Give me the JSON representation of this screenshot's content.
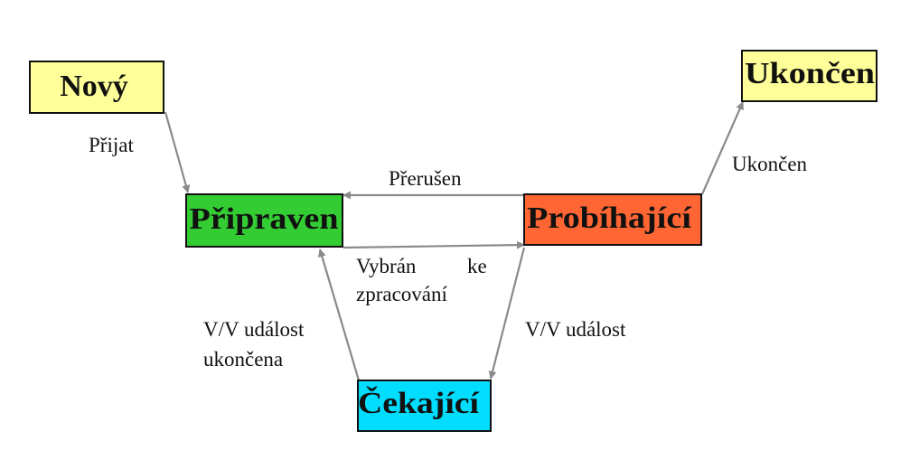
{
  "colors": {
    "new_fill": "#ffff99",
    "ready_fill": "#33cc33",
    "running_fill": "#ff6633",
    "waiting_fill": "#00ddff",
    "done_fill": "#ffff99",
    "arrow": "#8a8a8a"
  },
  "states": {
    "new": "Nový",
    "ready": "Připraven",
    "running": "Probíhající",
    "waiting": "Čekající",
    "done": "Ukončen"
  },
  "transitions": {
    "admitted": "Přijat",
    "interrupted": "Přerušen",
    "dispatched_line1": "Vybrán",
    "dispatched_word2": "ke",
    "dispatched_line2": "zpracování",
    "io_wait": "V/V událost",
    "io_done_line1": "V/V událost",
    "io_done_line2": "ukončena",
    "exit": "Ukončen"
  }
}
